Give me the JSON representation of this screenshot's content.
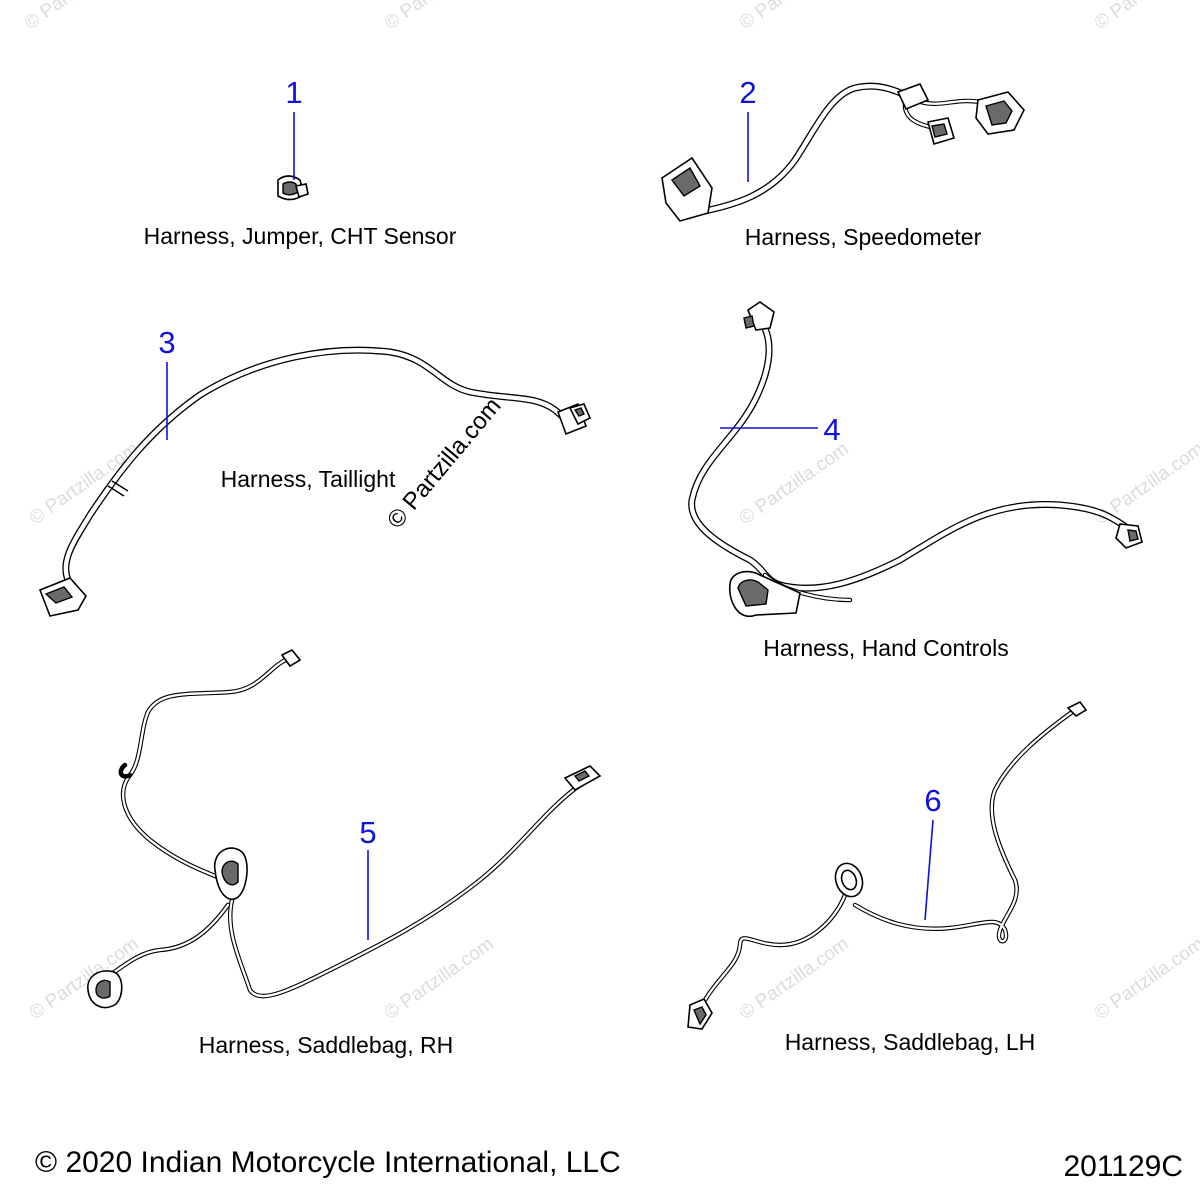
{
  "watermark": "© Partzilla.com",
  "callouts": [
    {
      "number": "1",
      "label": "Harness, Jumper, CHT Sensor"
    },
    {
      "number": "2",
      "label": "Harness, Speedometer"
    },
    {
      "number": "3",
      "label": "Harness, Taillight"
    },
    {
      "number": "4",
      "label": "Harness, Hand Controls"
    },
    {
      "number": "5",
      "label": "Harness, Saddlebag, RH"
    },
    {
      "number": "6",
      "label": "Harness, Saddlebag, LH"
    }
  ],
  "footer": {
    "copyright": "© 2020 Indian Motorcycle International, LLC",
    "diagram_id": "201129C"
  },
  "colors": {
    "callout": "#1010e0",
    "line_art": "#000000",
    "watermark": "#dcdcdc"
  }
}
